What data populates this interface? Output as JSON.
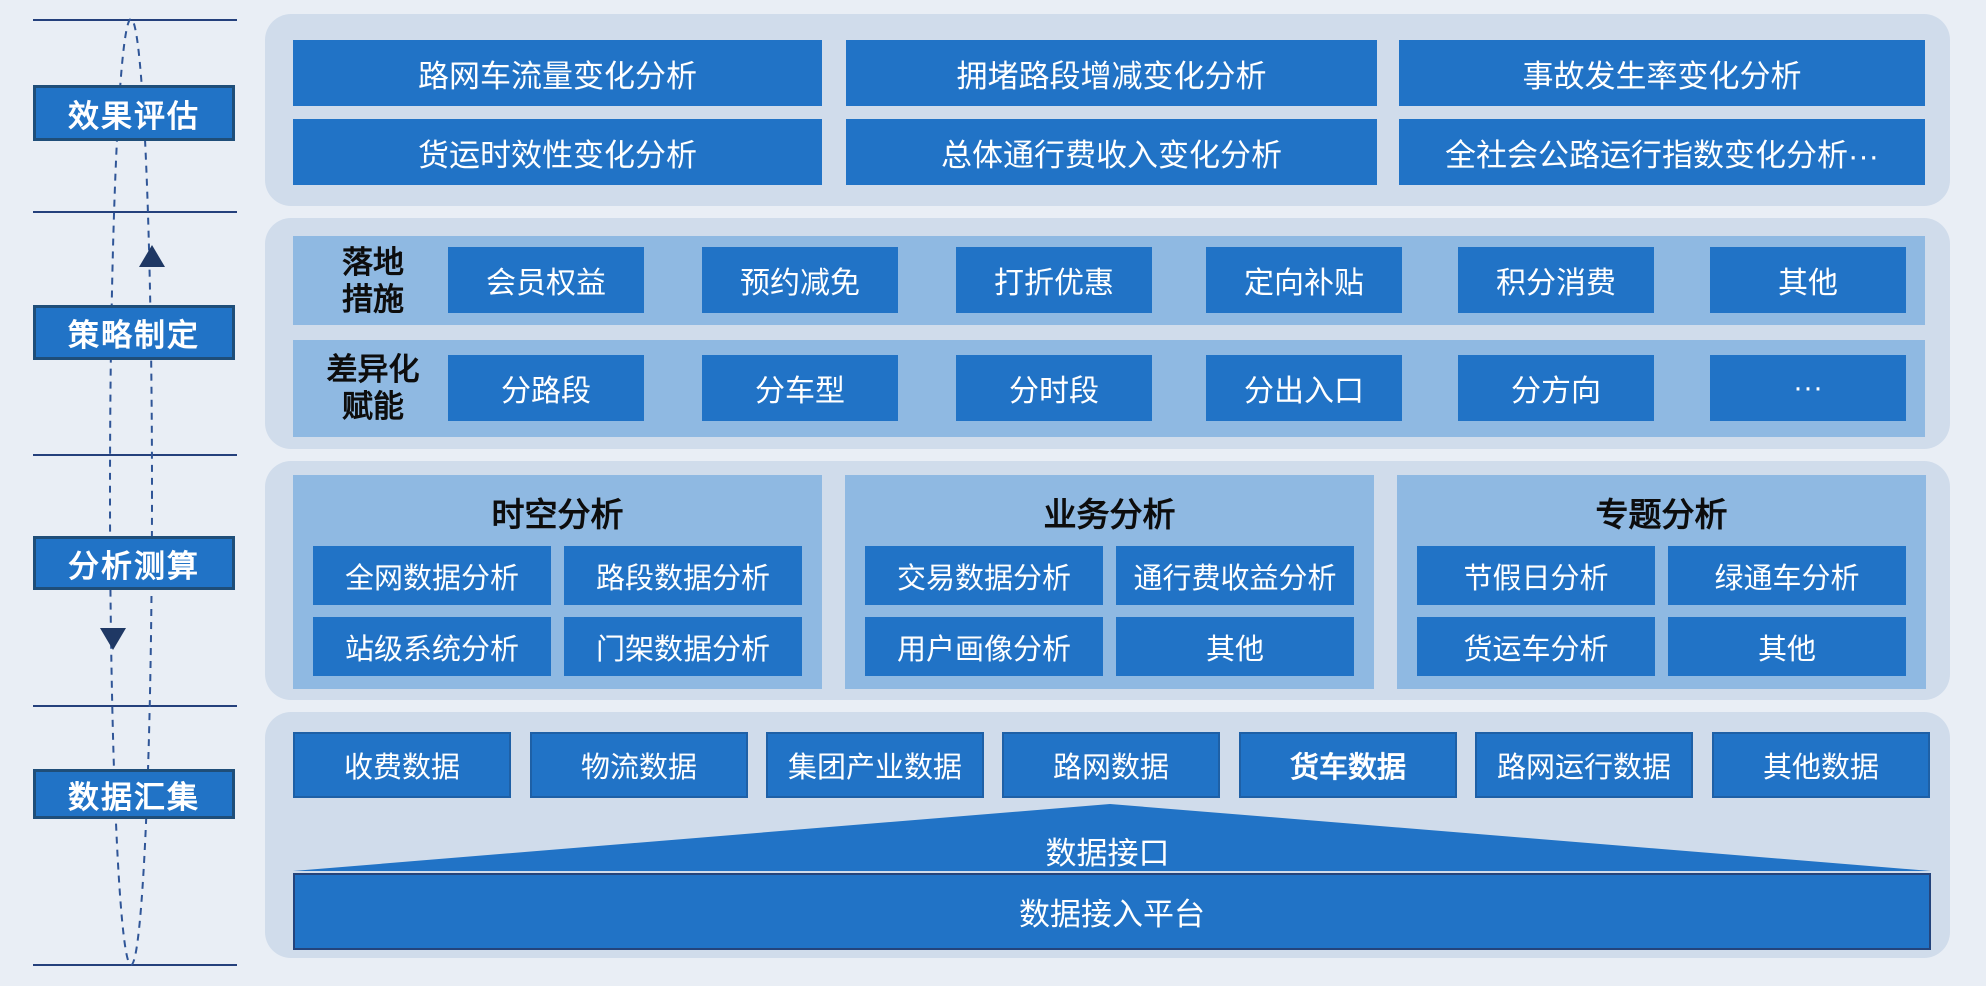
{
  "colors": {
    "page_bg": "#E9EEF5",
    "panel_bg": "#D0DCEB",
    "container_blue": "#8FB9E2",
    "box_blue": "#2173C6",
    "navy": "#1F3864",
    "line_navy": "#24407C"
  },
  "rail": {
    "stages": [
      {
        "label": "效果评估"
      },
      {
        "label": "策略制定"
      },
      {
        "label": "分析测算"
      },
      {
        "label": "数据汇集"
      }
    ],
    "arrows": [
      "up",
      "down"
    ]
  },
  "evaluation": {
    "boxes": [
      "路网车流量变化分析",
      "拥堵路段增减变化分析",
      "事故发生率变化分析",
      "货运时效性变化分析",
      "总体通行费收入变化分析",
      "全社会公路运行指数变化分析···"
    ]
  },
  "strategy": {
    "rows": [
      {
        "label_line1": "落地",
        "label_line2": "措施",
        "items": [
          "会员权益",
          "预约减免",
          "打折优惠",
          "定向补贴",
          "积分消费",
          "其他"
        ]
      },
      {
        "label_line1": "差异化",
        "label_line2": "赋能",
        "items": [
          "分路段",
          "分车型",
          "分时段",
          "分出入口",
          "分方向",
          "···"
        ]
      }
    ]
  },
  "analysis": {
    "columns": [
      {
        "header": "时空分析",
        "items": [
          "全网数据分析",
          "路段数据分析",
          "站级系统分析",
          "门架数据分析"
        ]
      },
      {
        "header": "业务分析",
        "items": [
          "交易数据分析",
          "通行费收益分析",
          "用户画像分析",
          "其他"
        ]
      },
      {
        "header": "专题分析",
        "items": [
          "节假日分析",
          "绿通车分析",
          "货运车分析",
          "其他"
        ]
      }
    ]
  },
  "data_layer": {
    "sources": [
      "收费数据",
      "物流数据",
      "集团产业数据",
      "路网数据",
      "货车数据",
      "路网运行数据",
      "其他数据"
    ],
    "interface_label": "数据接口",
    "platform_label": "数据接入平台"
  }
}
